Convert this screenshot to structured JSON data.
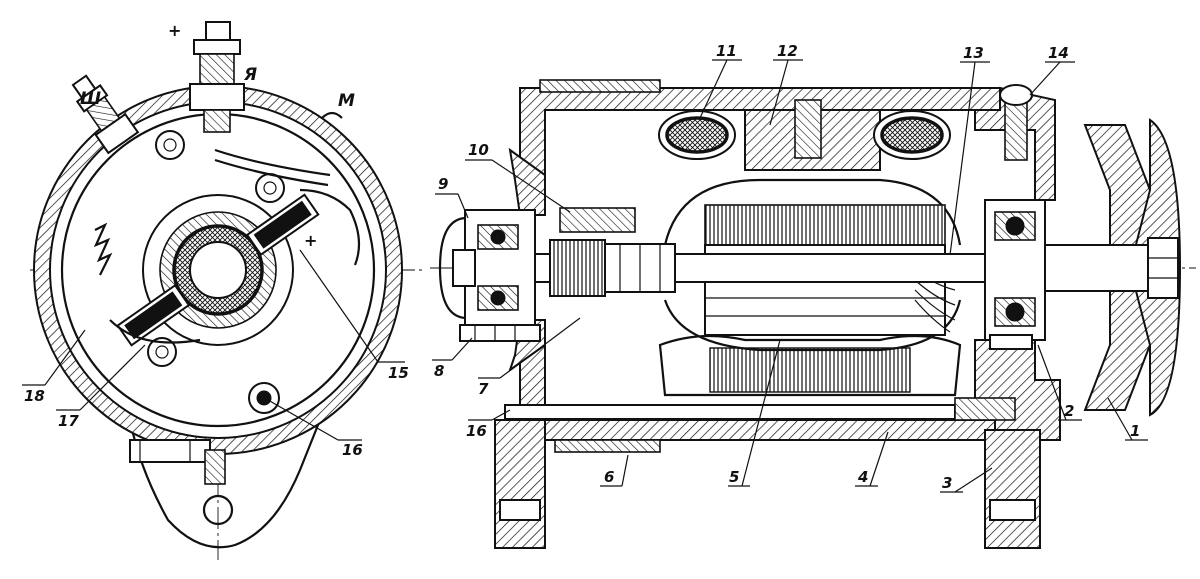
{
  "figure": {
    "left_view_labels": {
      "terminal_sh": "Ш",
      "terminal_ya": "Я",
      "terminal_m": "М",
      "plus_top": "+",
      "plus_brush": "+",
      "n15": "15",
      "n16": "16",
      "n17": "17",
      "n18": "18"
    },
    "right_view_labels": {
      "n1": "1",
      "n2": "2",
      "n3": "3",
      "n4": "4",
      "n5": "5",
      "n6": "6",
      "n7": "7",
      "n8": "8",
      "n9": "9",
      "n10": "10",
      "n11": "11",
      "n12": "12",
      "n13": "13",
      "n14": "14",
      "n16": "16"
    }
  }
}
